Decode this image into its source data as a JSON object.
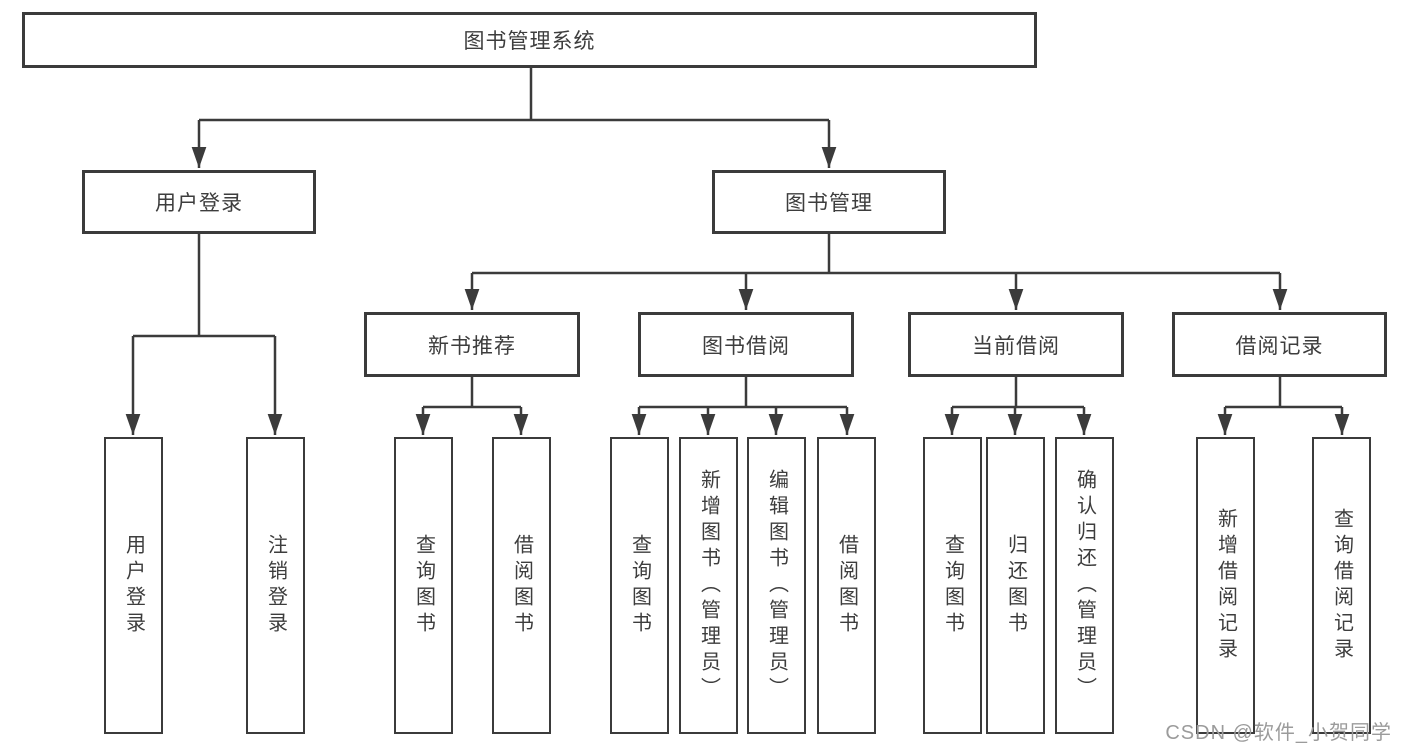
{
  "diagram": {
    "type": "tree-structure-chart",
    "colors": {
      "background": "#ffffff",
      "line": "#3b3b3b",
      "box_border": "#3b3b3b",
      "box_fill": "#ffffff",
      "text": "#3d3d3d",
      "watermark": "#9b9b9b"
    },
    "nodes": {
      "root": "图书管理系统",
      "user_login": "用户登录",
      "book_management": "图书管理",
      "new_book_recommend": "新书推荐",
      "book_borrowing": "图书借阅",
      "current_borrowing": "当前借阅",
      "borrowing_records": "借阅记录",
      "leaf_user_login": "用户登录",
      "leaf_logout": "注销登录",
      "leaf_rec_query_books": "查询图书",
      "leaf_rec_borrow_books": "借阅图书",
      "leaf_bor_query_books": "查询图书",
      "leaf_bor_add_books": "新增图书（管理员）",
      "leaf_bor_edit_books": "编辑图书（管理员）",
      "leaf_bor_borrow_books": "借阅图书",
      "leaf_cur_query_books": "查询图书",
      "leaf_cur_return_books": "归还图书",
      "leaf_cur_confirm_return": "确认归还（管理员）",
      "leaf_recd_add_record": "新增借阅记录",
      "leaf_recd_query_record": "查询借阅记录"
    },
    "hierarchy": {
      "图书管理系统": {
        "用户登录": [
          "用户登录",
          "注销登录"
        ],
        "图书管理": {
          "新书推荐": [
            "查询图书",
            "借阅图书"
          ],
          "图书借阅": [
            "查询图书",
            "新增图书（管理员）",
            "编辑图书（管理员）",
            "借阅图书"
          ],
          "当前借阅": [
            "查询图书",
            "归还图书",
            "确认归还（管理员）"
          ],
          "借阅记录": [
            "新增借阅记录",
            "查询借阅记录"
          ]
        }
      }
    },
    "watermark": "CSDN @软件_小贺同学"
  }
}
